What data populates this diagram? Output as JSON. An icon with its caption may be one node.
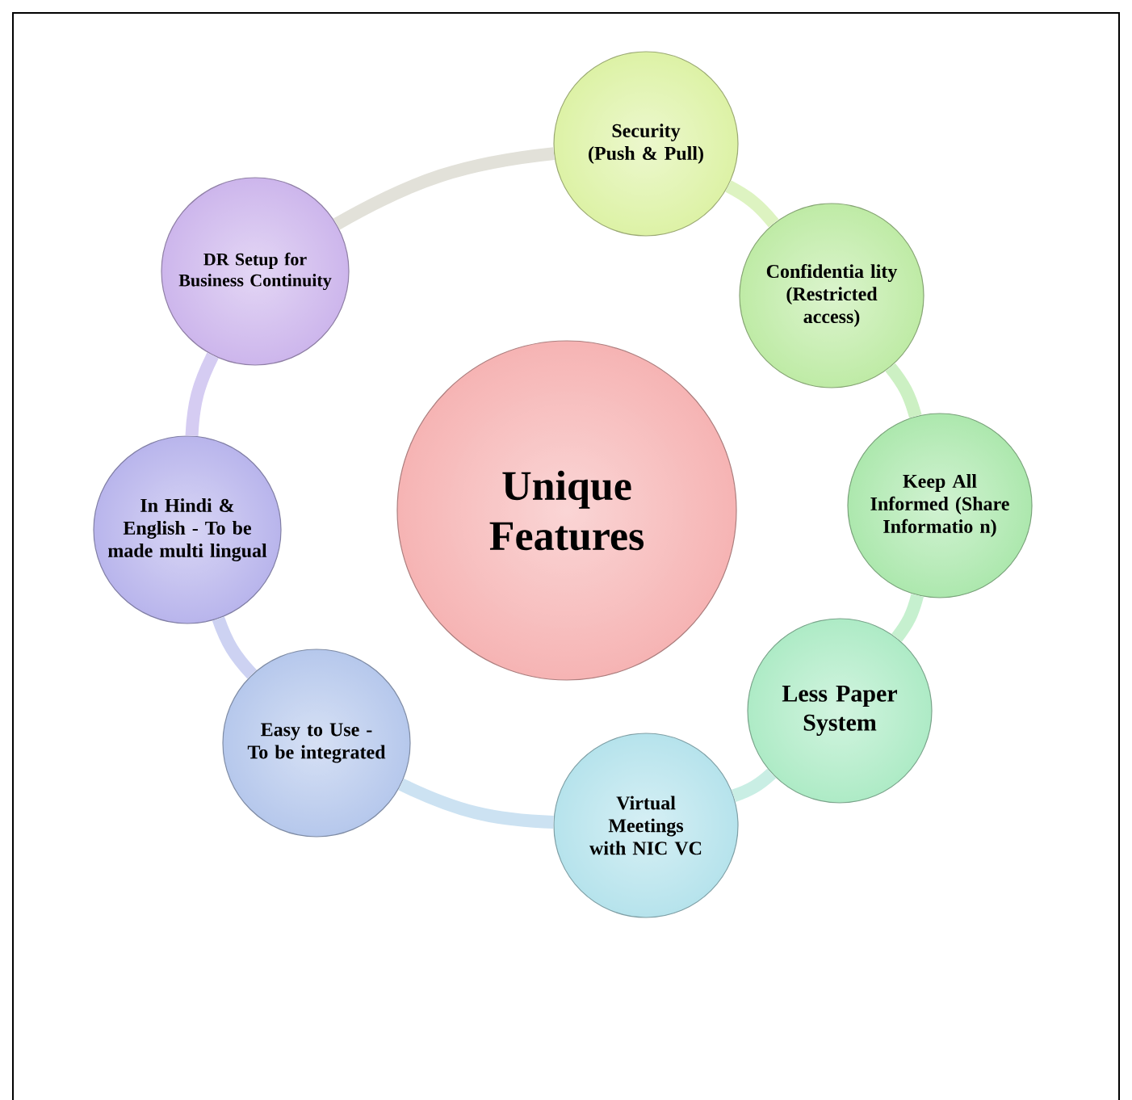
{
  "diagram": {
    "nodes": [
      {
        "text": [
          "Unique Features"
        ]
      },
      {
        "text": [
          "Security (Push & Pull)"
        ]
      },
      {
        "text": [
          "Confidentia lity (Restricted access)"
        ]
      },
      {
        "text": [
          "Keep All Informed (Share Informatio n)"
        ]
      },
      {
        "text": [
          "Less Paper System"
        ]
      },
      {
        "text": [
          "Virtual Meetings with NIC VC"
        ]
      },
      {
        "text": [
          "Easy to Use - To be integrated"
        ]
      },
      {
        "text": [
          "In Hindi & English - To be made multi lingual"
        ]
      },
      {
        "text": [
          "DR Setup for Business Continuity"
        ]
      }
    ],
    "edges": [
      {
        "from": 1,
        "to": 2,
        "arrow": "none"
      },
      {
        "from": 2,
        "to": 3,
        "arrow": "none"
      },
      {
        "from": 3,
        "to": 4,
        "arrow": "none"
      },
      {
        "from": 4,
        "to": 5,
        "arrow": "none"
      },
      {
        "from": 5,
        "to": 6,
        "arrow": "none"
      },
      {
        "from": 6,
        "to": 7,
        "arrow": "none"
      },
      {
        "from": 7,
        "to": 8,
        "arrow": "none"
      },
      {
        "from": 8,
        "to": 1,
        "arrow": "none"
      }
    ]
  }
}
